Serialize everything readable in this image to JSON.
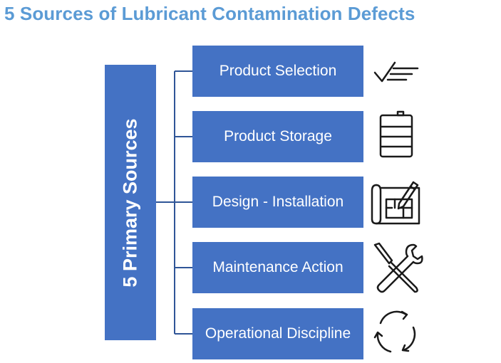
{
  "title": "5 Sources of Lubricant Contamination Defects",
  "primary_label": "5 Primary Sources",
  "sources": [
    {
      "label": "Product Selection",
      "icon": "checklist-icon"
    },
    {
      "label": "Product Storage",
      "icon": "oil-drum-icon"
    },
    {
      "label": "Design - Installation",
      "icon": "blueprint-pencil-icon"
    },
    {
      "label": "Maintenance Action",
      "icon": "wrench-screwdriver-icon"
    },
    {
      "label": "Operational Discipline",
      "icon": "cycle-arrows-icon"
    }
  ],
  "colors": {
    "title": "#5b9bd5",
    "box": "#4472c4",
    "line": "#2f5597",
    "text": "#ffffff",
    "icon": "#1a1a1a"
  }
}
